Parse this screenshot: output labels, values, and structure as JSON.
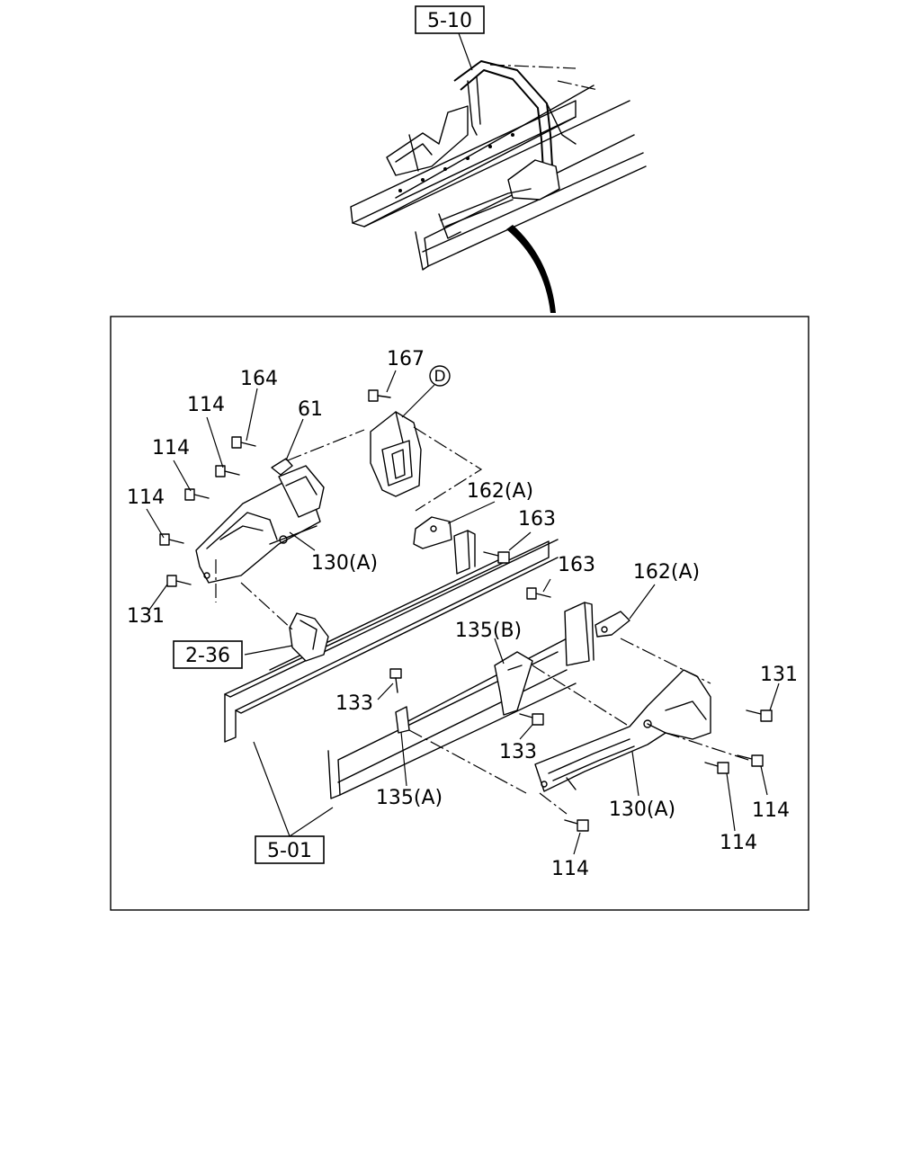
{
  "refs": {
    "top_ref": "5-10",
    "left_ref": "2-36",
    "bottom_ref": "5-01"
  },
  "callouts": {
    "c167": "167",
    "circle_d": "D",
    "c164": "164",
    "c61": "61",
    "c114_a": "114",
    "c114_b": "114",
    "c114_c": "114",
    "c162a_top": "162(A)",
    "c163_top": "163",
    "c130a_left": "130(A)",
    "c131_left": "131",
    "c163_right": "163",
    "c162a_right": "162(A)",
    "c135b": "135(B)",
    "c133_left": "133",
    "c133_mid": "133",
    "c131_right": "131",
    "c114_r1": "114",
    "c114_r2": "114",
    "c130a_right": "130(A)",
    "c135a": "135(A)",
    "c114_bottom": "114"
  }
}
